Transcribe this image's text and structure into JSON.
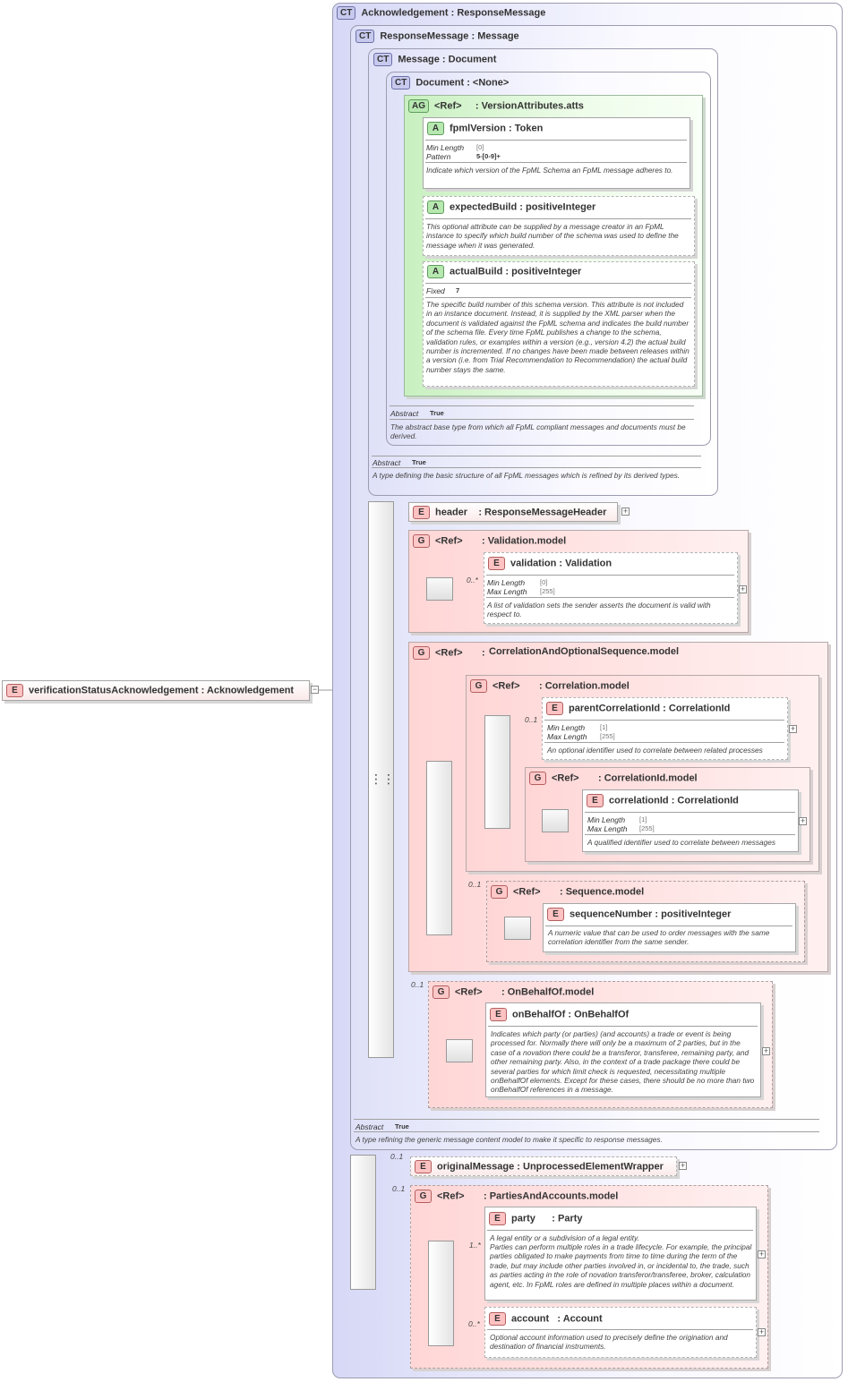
{
  "root": {
    "badge": "E",
    "name": "verificationStatusAcknowledgement",
    "sep": ":",
    "type": "Acknowledgement"
  },
  "ack": {
    "badge": "CT",
    "name": "Acknowledgement",
    "sep": ":",
    "type": "ResponseMessage"
  },
  "resp": {
    "badge": "CT",
    "name": "ResponseMessage",
    "sep": ":",
    "type": "Message",
    "abstract_label": "Abstract",
    "abstract_value": "True",
    "doc": "A type refining the generic message content model to make it specific to response messages."
  },
  "msg": {
    "badge": "CT",
    "name": "Message",
    "sep": ":",
    "type": "Document",
    "abstract_label": "Abstract",
    "abstract_value": "True",
    "doc": "A type defining the basic structure of all FpML messages which is refined by its derived types."
  },
  "document": {
    "badge": "CT",
    "name": "Document",
    "sep": ":",
    "type": "<None>",
    "abstract_label": "Abstract",
    "abstract_value": "True",
    "doc": "The abstract base type from which all FpML compliant messages and documents must be derived."
  },
  "version_atts": {
    "badge": "AG",
    "ref": "<Ref>",
    "sep": ":",
    "name": "VersionAttributes.atts"
  },
  "fpmlVersion": {
    "badge": "A",
    "name": "fpmlVersion",
    "sep": ":",
    "type": "Token",
    "p1_label": "Min Length",
    "p1_value": "[0]",
    "p2_label": "Pattern",
    "p2_value": "5-[0-9]+",
    "doc": "Indicate which version of the FpML Schema an FpML message adheres to."
  },
  "expectedBuild": {
    "badge": "A",
    "name": "expectedBuild",
    "sep": ":",
    "type": "positiveInteger",
    "doc": "This optional attribute can be supplied by a message creator in an FpML instance to specify which build number of the schema was used to define the message when it was generated."
  },
  "actualBuild": {
    "badge": "A",
    "name": "actualBuild",
    "sep": ":",
    "type": "positiveInteger",
    "p1_label": "Fixed",
    "p1_value": "7",
    "doc": "The specific build number of this schema version. This attribute is not included in an instance document. Instead, it is supplied by the XML parser when the document is validated against the FpML schema and indicates the build number of the schema file. Every time FpML publishes a change to the schema, validation rules, or examples within a version (e.g., version 4.2) the actual build number is incremented. If no changes have been made between releases within a version (i.e. from Trial Recommendation to Recommendation) the actual build number stays the same."
  },
  "header": {
    "badge": "E",
    "name": "header",
    "sep": ":",
    "type": "ResponseMessageHeader"
  },
  "validation_model": {
    "badge": "G",
    "ref": "<Ref>",
    "sep": ":",
    "name": "Validation.model"
  },
  "validation": {
    "badge": "E",
    "name": "validation",
    "sep": ":",
    "type": "Validation",
    "occ": "0..*",
    "p1_label": "Min Length",
    "p1_value": "[0]",
    "p2_label": "Max Length",
    "p2_value": "[255]",
    "doc": "A list of validation sets the sender asserts the document is valid with respect to."
  },
  "corr_opt_seq": {
    "badge": "G",
    "ref": "<Ref>",
    "sep": ":",
    "name": "CorrelationAndOptionalSequence.model"
  },
  "correlation_model": {
    "badge": "G",
    "ref": "<Ref>",
    "sep": ":",
    "name": "Correlation.model"
  },
  "parentCorrelationId": {
    "badge": "E",
    "name": "parentCorrelationId",
    "sep": ":",
    "type": "CorrelationId",
    "occ": "0..1",
    "p1_label": "Min Length",
    "p1_value": "[1]",
    "p2_label": "Max Length",
    "p2_value": "[255]",
    "doc": "An optional identifier used to correlate between related processes"
  },
  "correlationId_model": {
    "badge": "G",
    "ref": "<Ref>",
    "sep": ":",
    "name": "CorrelationId.model"
  },
  "correlationId": {
    "badge": "E",
    "name": "correlationId",
    "sep": ":",
    "type": "CorrelationId",
    "p1_label": "Min Length",
    "p1_value": "[1]",
    "p2_label": "Max Length",
    "p2_value": "[255]",
    "doc": "A qualified identifier used to correlate between messages"
  },
  "sequence_model": {
    "badge": "G",
    "ref": "<Ref>",
    "sep": ":",
    "name": "Sequence.model",
    "occ": "0..1"
  },
  "sequenceNumber": {
    "badge": "E",
    "name": "sequenceNumber",
    "sep": ":",
    "type": "positiveInteger",
    "doc": "A numeric value that can be used to order messages with the same correlation identifier from the same sender."
  },
  "onBehalfOf_model": {
    "badge": "G",
    "ref": "<Ref>",
    "sep": ":",
    "name": "OnBehalfOf.model",
    "occ": "0..1"
  },
  "onBehalfOf": {
    "badge": "E",
    "name": "onBehalfOf",
    "sep": ":",
    "type": "OnBehalfOf",
    "doc": "Indicates which party (or parties) (and accounts) a trade or event is being processed for. Normally there will only be a maximum of 2 parties, but in the case of a novation there could be a transferor, transferee, remaining party, and other remaining party. Also, in the context of a trade package there could be several parties for which limit check is requested, necessitating multiple onBehalfOf elements. Except for these cases, there should be no more than two onBehalfOf references in a message."
  },
  "originalMessage": {
    "badge": "E",
    "name": "originalMessage",
    "sep": ":",
    "type": "UnprocessedElementWrapper",
    "occ": "0..1"
  },
  "parties_model": {
    "badge": "G",
    "ref": "<Ref>",
    "sep": ":",
    "name": "PartiesAndAccounts.model",
    "occ": "0..1"
  },
  "party": {
    "badge": "E",
    "name": "party",
    "sep": ":",
    "type": "Party",
    "occ": "1..*",
    "doc1": "A legal entity or a subdivision of a legal entity.",
    "doc2": "Parties can perform multiple roles in a trade lifecycle. For example, the principal parties obligated to make payments from time to time during the term of the trade, but may include other parties involved in, or incidental to, the trade, such as parties acting in the role of novation transferor/transferee, broker, calculation agent, etc. In FpML roles are defined in multiple places within a document."
  },
  "account": {
    "badge": "E",
    "name": "account",
    "sep": ":",
    "type": "Account",
    "occ": "0..*",
    "doc": "Optional account information used to precisely define the origination and destination of financial instruments."
  },
  "colors": {
    "ct_fill": "#d6d8f6",
    "group_fill": "#ffd6d6",
    "attr_fill": "#c8f0c0",
    "element_badge": "#ffc2c2"
  }
}
